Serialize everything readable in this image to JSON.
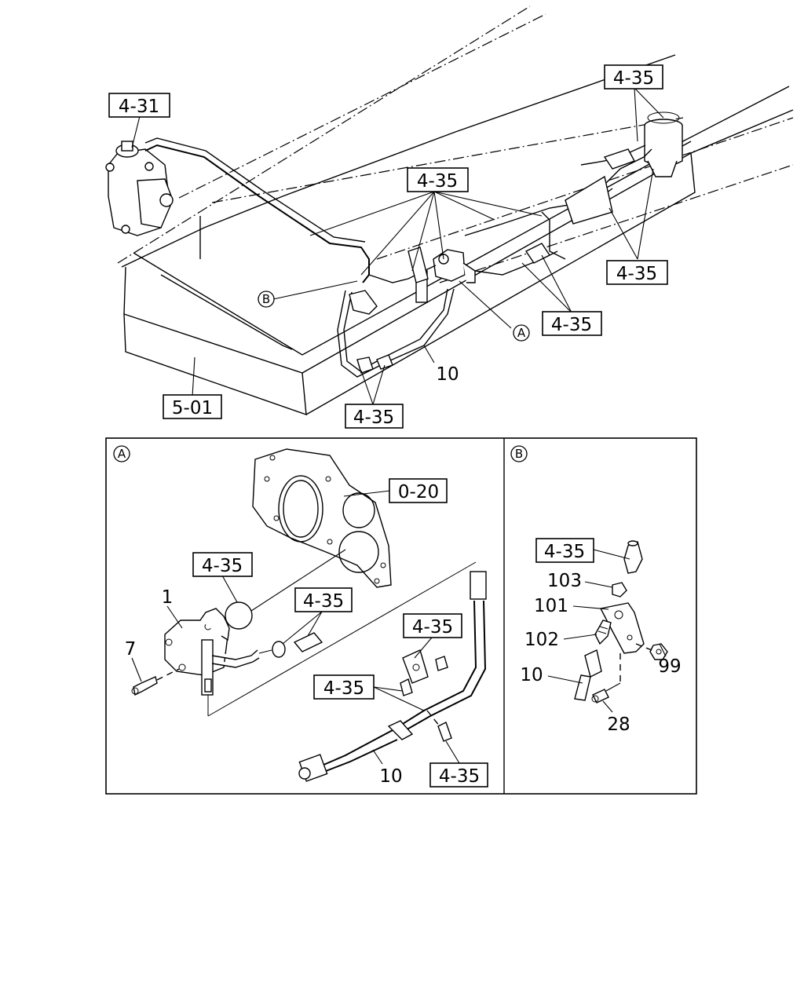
{
  "diagram": {
    "ref_labels": {
      "r_4_31": "4-31",
      "r_4_35_reservoir": "4-35",
      "r_4_35_center": "4-35",
      "r_4_35_right": "4-35",
      "r_4_35_mid": "4-35",
      "r_4_35_bottom": "4-35",
      "r_5_01": "5-01",
      "r_0_20": "0-20",
      "r_4_35_oring": "4-35",
      "r_4_35_pipe": "4-35",
      "r_4_35_bracket": "4-35",
      "r_4_35_clamp": "4-35",
      "r_4_35_bolt": "4-35",
      "r_4_35_b": "4-35"
    },
    "part_numbers": {
      "p10_top": "10",
      "p1": "1",
      "p7": "7",
      "p10_a": "10",
      "p103": "103",
      "p101": "101",
      "p102": "102",
      "p10_b": "10",
      "p99": "99",
      "p28": "28"
    },
    "callouts": {
      "a": "A",
      "b": "B"
    }
  }
}
